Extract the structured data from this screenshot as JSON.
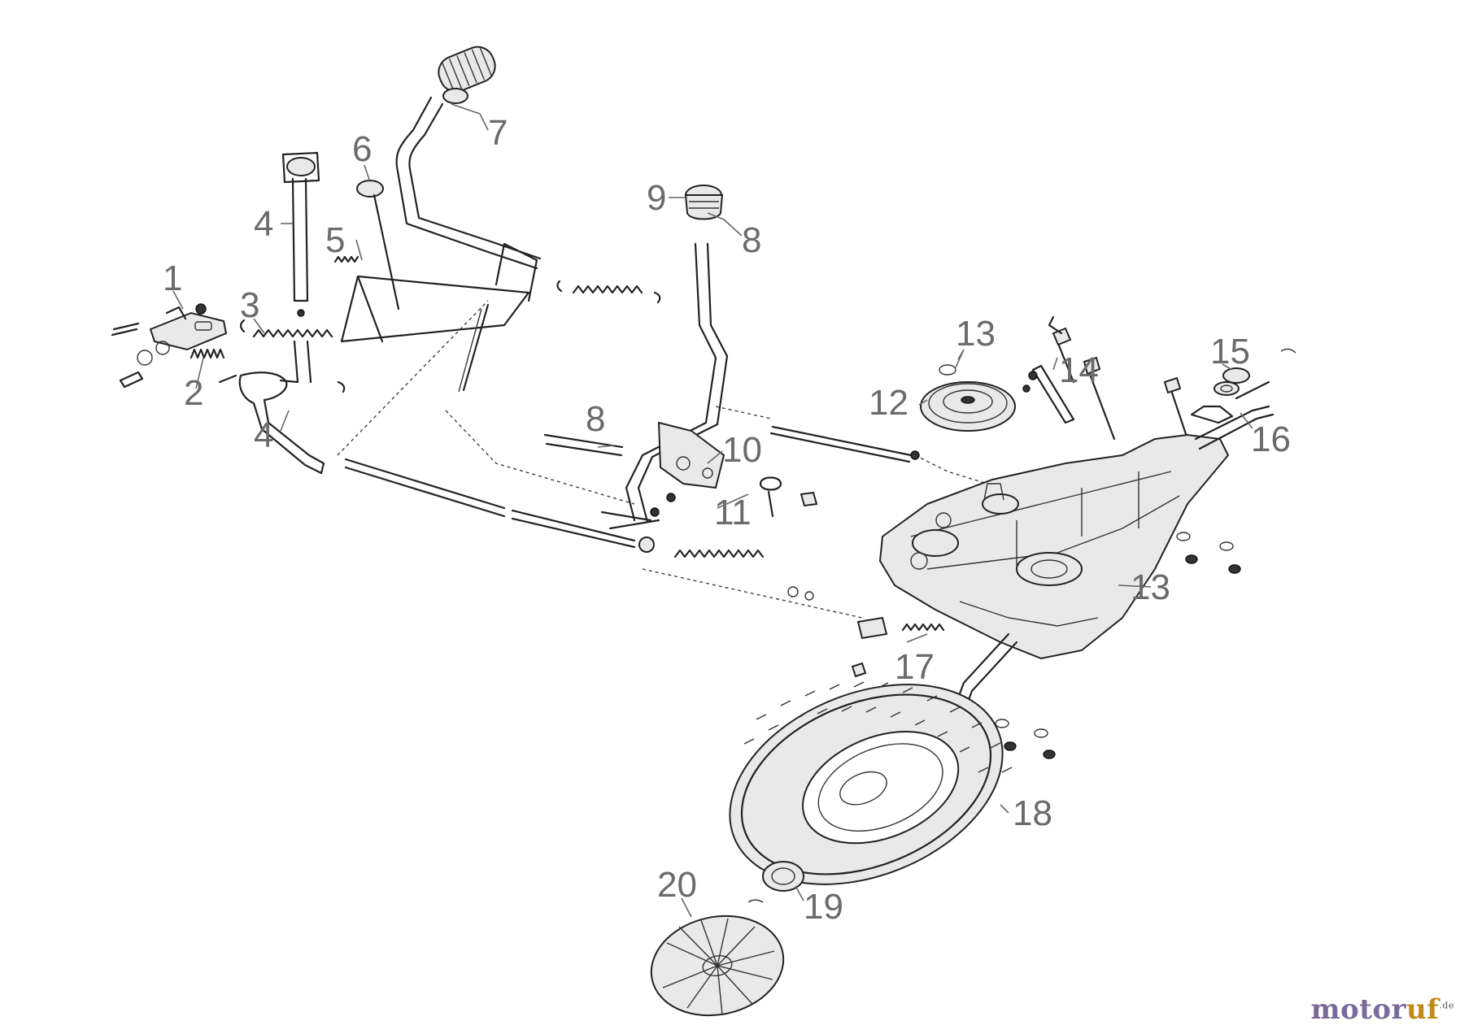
{
  "callouts": {
    "c1": "1",
    "c2": "2",
    "c3": "3",
    "c4a": "4",
    "c4b": "4",
    "c5": "5",
    "c6": "6",
    "c7": "7",
    "c8a": "8",
    "c8b": "8",
    "c9": "9",
    "c10": "10",
    "c11": "11",
    "c12": "12",
    "c13a": "13",
    "c13b": "13",
    "c14": "14",
    "c15": "15",
    "c16": "16",
    "c17": "17",
    "c18": "18",
    "c19": "19",
    "c20": "20"
  },
  "watermark": {
    "part1": "motor",
    "part2": "uf",
    "suffix": ".de"
  },
  "colors": {
    "line": "#222222",
    "label": "#6b6b6b",
    "watermark_primary": "#7a6a9a",
    "watermark_accent": "#c08a18"
  }
}
